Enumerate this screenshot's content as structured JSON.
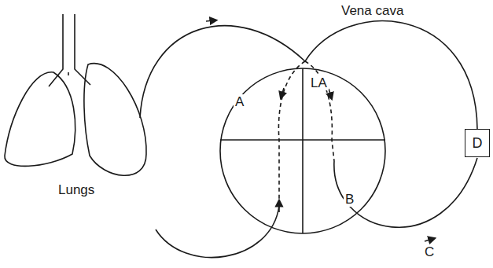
{
  "diagram": {
    "nodes": [
      {
        "text": [
          "D"
        ]
      }
    ],
    "labels": [
      "Vena cava",
      "A",
      "LA",
      "B",
      "C",
      "Lungs"
    ]
  }
}
